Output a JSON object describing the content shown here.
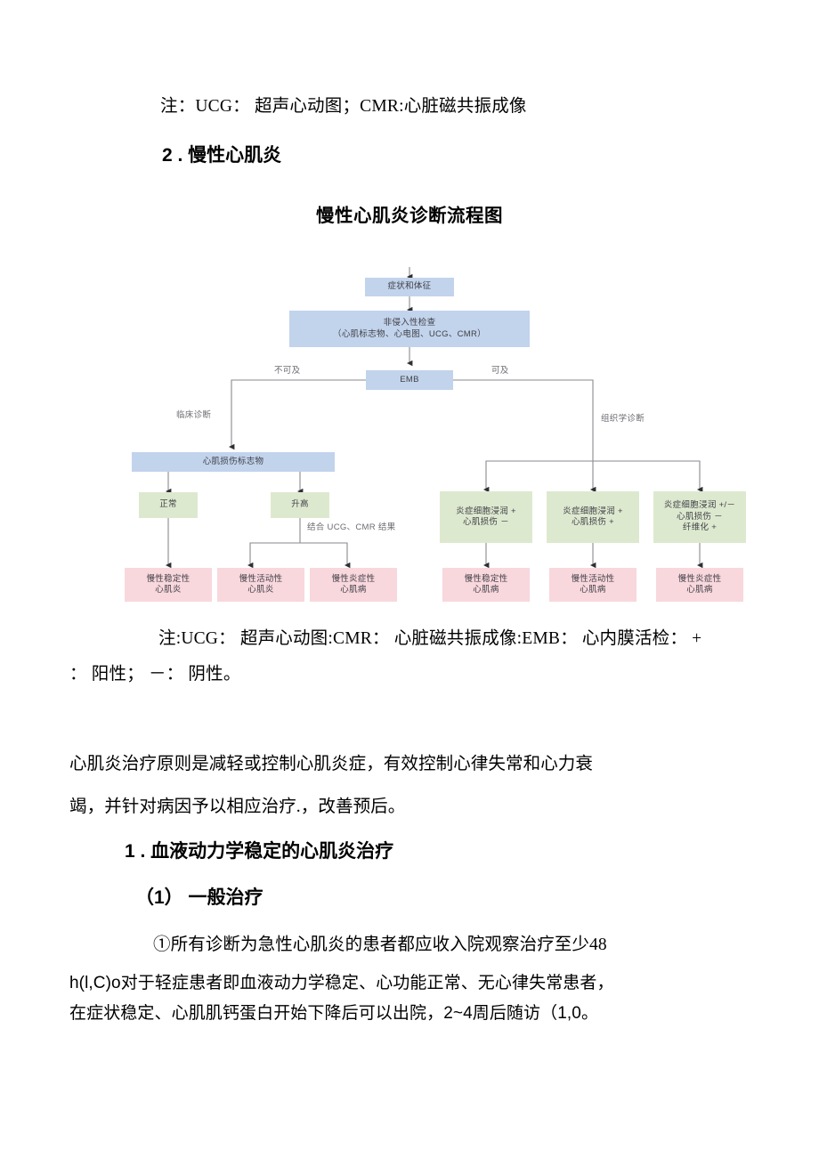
{
  "document": {
    "top_note": "注：UCG： 超声心动图；CMR:心脏磁共振成像",
    "section_heading": "2 . 慢性心肌炎",
    "figure_title": "慢性心肌炎诊断流程图",
    "figure_note_line1": "注:UCG： 超声心动图:CMR： 心脏磁共振成像:EMB： 心内膜活检： +",
    "figure_note_line2": "： 阳性； －： 阴性。",
    "paragraph1_line1": "心肌炎治疗原则是减轻或控制心肌炎症，有效控制心律失常和心力衰",
    "paragraph1_line2": "竭，并针对病因予以相应治疗.，改善预后。",
    "heading_1": "1 . 血液动力学稳定的心肌炎治疗",
    "heading_1_1": "（1） 一般治疗",
    "item1_line1": "①所有诊断为急性心肌炎的患者都应收入院观察治疗至少48",
    "item1_line2": "h(l,C)o对于轻症患者即血液动力学稳定、心功能正常、无心律失常患者，",
    "item1_line3": "在症状稳定、心肌肌钙蛋白开始下降后可以出院，2~4周后随访（1,0。"
  },
  "flowchart": {
    "colors": {
      "blue": "#c2d3ec",
      "green": "#dde9cf",
      "pink": "#f8d7dd",
      "connector": "#8a8a90",
      "node_text": "#3f3f46",
      "edge_label_text": "#6b6b72"
    },
    "nodes": {
      "symptoms": "症状和体征",
      "noninvasive_l1": "非侵入性检查",
      "noninvasive_l2": "（心肌标志物、心电图、UCG、CMR）",
      "emb": "EMB",
      "injury_marker": "心肌损伤标志物",
      "normal": "正常",
      "elevated": "升高",
      "left_outcome_1_l1": "慢性稳定性",
      "left_outcome_1_l2": "心肌炎",
      "left_outcome_2_l1": "慢性活动性",
      "left_outcome_2_l2": "心肌炎",
      "left_outcome_3_l1": "慢性炎症性",
      "left_outcome_3_l2": "心肌病",
      "histo_1_l1": "炎症细胞浸润 +",
      "histo_1_l2": "心肌损伤 －",
      "histo_2_l1": "炎症细胞浸润 +",
      "histo_2_l2": "心肌损伤 +",
      "histo_3_l1": "炎症细胞浸润 +/－",
      "histo_3_l2": "心肌损伤 －",
      "histo_3_l3": "纤维化 +",
      "right_outcome_1_l1": "慢性稳定性",
      "right_outcome_1_l2": "心肌病",
      "right_outcome_2_l1": "慢性活动性",
      "right_outcome_2_l2": "心肌病",
      "right_outcome_3_l1": "慢性炎症性",
      "right_outcome_3_l2": "心肌病"
    },
    "edge_labels": {
      "unavailable": "不可及",
      "available": "可及",
      "clinical_diagnosis": "临床诊断",
      "histologic_diagnosis": "组织学诊断",
      "combine_results": "结合 UCG、CMR 结果"
    }
  }
}
